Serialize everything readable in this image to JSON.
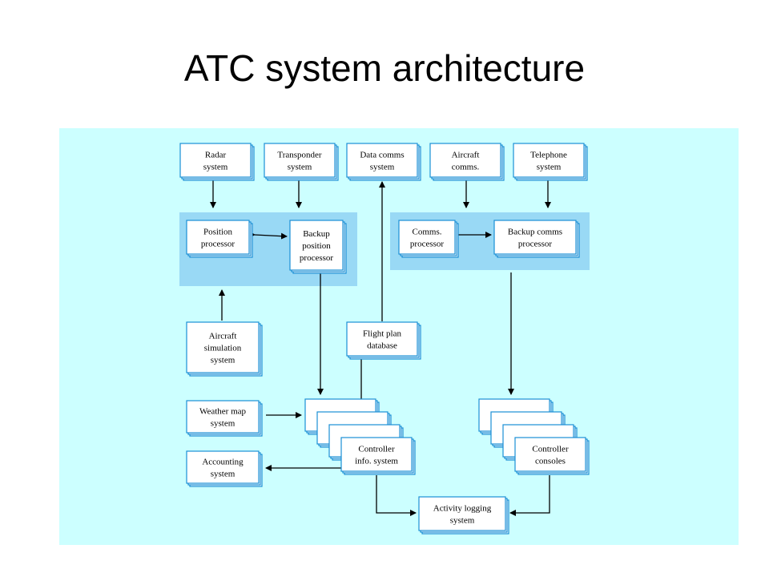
{
  "slide": {
    "title": "ATC system architecture"
  },
  "colors": {
    "panel_bg": "#ccffff",
    "group_bg": "#99d9f5",
    "box_fill": "#ffffff",
    "box_border": "#1a8fd6",
    "arrow": "#000000"
  },
  "boxes": {
    "radar_system": {
      "lines": [
        "Radar",
        "system"
      ]
    },
    "transponder_system": {
      "lines": [
        "Transponder",
        "system"
      ]
    },
    "data_comms_system": {
      "lines": [
        "Data comms",
        "system"
      ]
    },
    "aircraft_comms": {
      "lines": [
        "Aircraft",
        "comms."
      ]
    },
    "telephone_system": {
      "lines": [
        "Telephone",
        "system"
      ]
    },
    "position_processor": {
      "lines": [
        "Position",
        "processor"
      ]
    },
    "backup_position_processor": {
      "lines": [
        "Backup",
        "position",
        "processor"
      ]
    },
    "comms_processor": {
      "lines": [
        "Comms.",
        "processor"
      ]
    },
    "backup_comms_processor": {
      "lines": [
        "Backup comms",
        "processor"
      ]
    },
    "aircraft_simulation_system": {
      "lines": [
        "Aircraft",
        "simulation",
        "system"
      ]
    },
    "flight_plan_database": {
      "lines": [
        "Flight plan",
        "database"
      ]
    },
    "weather_map_system": {
      "lines": [
        "Weather map",
        "system"
      ]
    },
    "accounting_system": {
      "lines": [
        "Accounting",
        "system"
      ]
    },
    "controller_info_system": {
      "lines": [
        "Controller",
        "info. system"
      ]
    },
    "controller_consoles": {
      "lines": [
        "Controller",
        "consoles"
      ]
    },
    "activity_logging_system": {
      "lines": [
        "Activity logging",
        "system"
      ]
    }
  }
}
